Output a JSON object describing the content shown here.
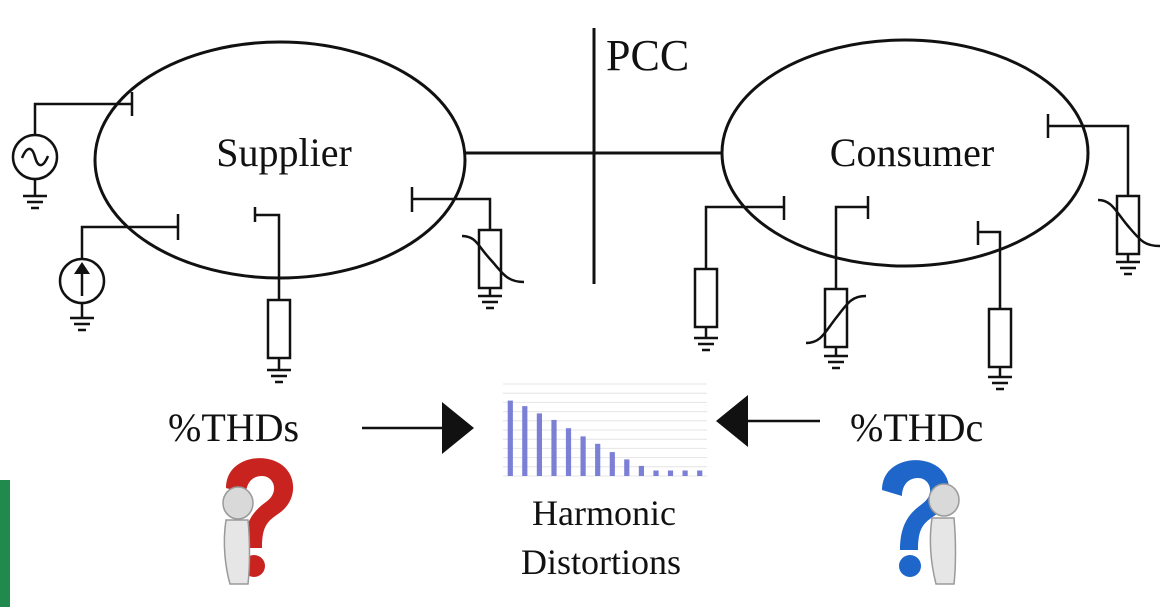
{
  "diagram": {
    "pcc_label": "PCC",
    "supplier_label": "Supplier",
    "consumer_label": "Consumer",
    "thd_supplier_label": "%THDs",
    "thd_consumer_label": "%THDc",
    "harmonic_label_line1": "Harmonic",
    "harmonic_label_line2": "Distortions"
  },
  "harmonic_chart": {
    "type": "bar",
    "values": [
      82,
      76,
      68,
      61,
      52,
      43,
      35,
      26,
      18,
      11,
      6,
      6,
      6,
      6
    ],
    "ylim": [
      0,
      100
    ],
    "bar_color": "#7b7fd6"
  },
  "colors": {
    "supplier_question_mark": "#c8231f",
    "consumer_question_mark": "#1e66c9",
    "edge_accent": "#1f8a4c",
    "line": "#111111"
  },
  "icons": [
    "ac-source-icon",
    "current-source-icon",
    "resistor-icon",
    "nonlinear-load-icon",
    "ground-icon",
    "question-figure-icon",
    "arrow-icon"
  ]
}
